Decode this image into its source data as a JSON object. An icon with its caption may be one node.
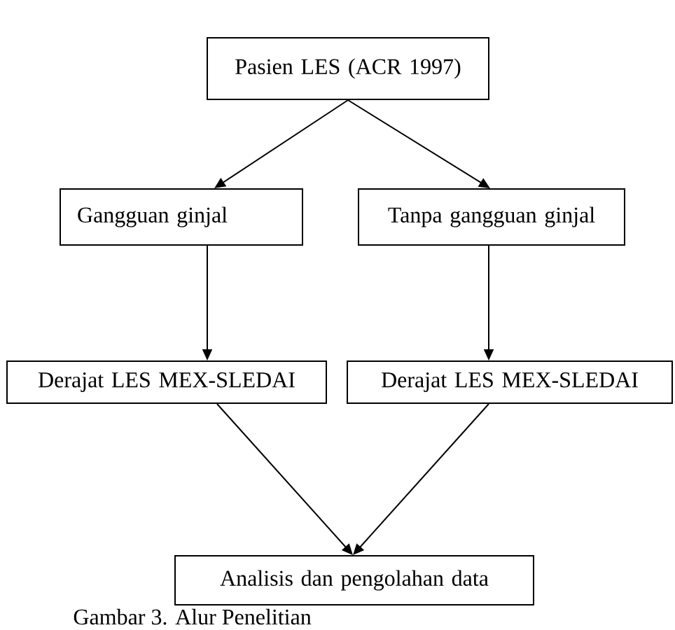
{
  "diagram": {
    "caption": "Gambar 3. Alur Penelitian",
    "nodes": [
      {
        "text": [
          "Pasien LES (ACR 1997)"
        ]
      },
      {
        "text": [
          "Gangguan ginjal"
        ]
      },
      {
        "text": [
          "Tanpa gangguan ginjal"
        ]
      },
      {
        "text": [
          "Derajat LES MEX-SLEDAI"
        ]
      },
      {
        "text": [
          "Derajat LES MEX-SLEDAI"
        ]
      },
      {
        "text": [
          "Analisis dan pengolahan data"
        ]
      }
    ],
    "edges": [
      {
        "from": 0,
        "to": 1,
        "arrow": "to"
      },
      {
        "from": 0,
        "to": 2,
        "arrow": "to"
      },
      {
        "from": 1,
        "to": 3,
        "arrow": "to"
      },
      {
        "from": 2,
        "to": 4,
        "arrow": "to"
      },
      {
        "from": 3,
        "to": 5,
        "arrow": "to"
      },
      {
        "from": 4,
        "to": 5,
        "arrow": "to"
      }
    ]
  }
}
